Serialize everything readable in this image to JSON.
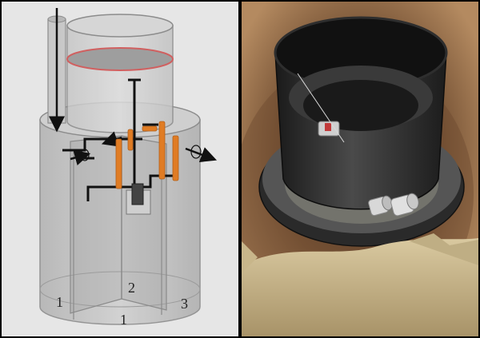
{
  "diagram": {
    "chamber_labels": [
      "1",
      "2",
      "3",
      "1"
    ]
  },
  "colors": {
    "background": "#e6e6e6",
    "tank_fill": "#bfbfbf",
    "outline": "#8c8c8c",
    "pipe_orange": "#e07c24",
    "seal_red": "#d06060",
    "arrow": "#111111",
    "soil": "#9a6f4a",
    "plastic": "#2b2b2b"
  }
}
